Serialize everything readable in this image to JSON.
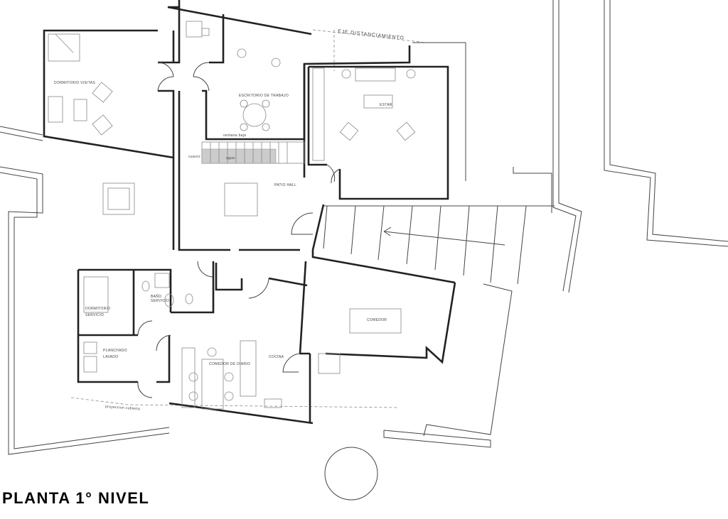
{
  "drawing": {
    "title": "PLANTA 1° NIVEL",
    "rooms": {
      "dormitorio_visitas": "DORMITORIO VISITAS",
      "escritorio": "ESCRITORIO DE TRABAJO",
      "ventana": "ventana baja",
      "cuarzo": "cuarzo",
      "agua": "agua",
      "eje": "EJE DISTANCIAMIENTO",
      "estar": "ESTAR",
      "patio_hall": "PATIO HALL",
      "dormitorio_servicio_1": "DORMITORIO",
      "dormitorio_servicio_2": "SERVICIO",
      "bano_servicio_1": "BAÑO",
      "bano_servicio_2": "SERVICIO",
      "planchado": "PLANCHADO",
      "lavado": "LAVADO",
      "comedor_diario": "COMEDOR DE DIARIO",
      "cocina": "COCINA",
      "comedor": "COMEDOR",
      "proyeccion": "proyeccion cubierta"
    }
  }
}
